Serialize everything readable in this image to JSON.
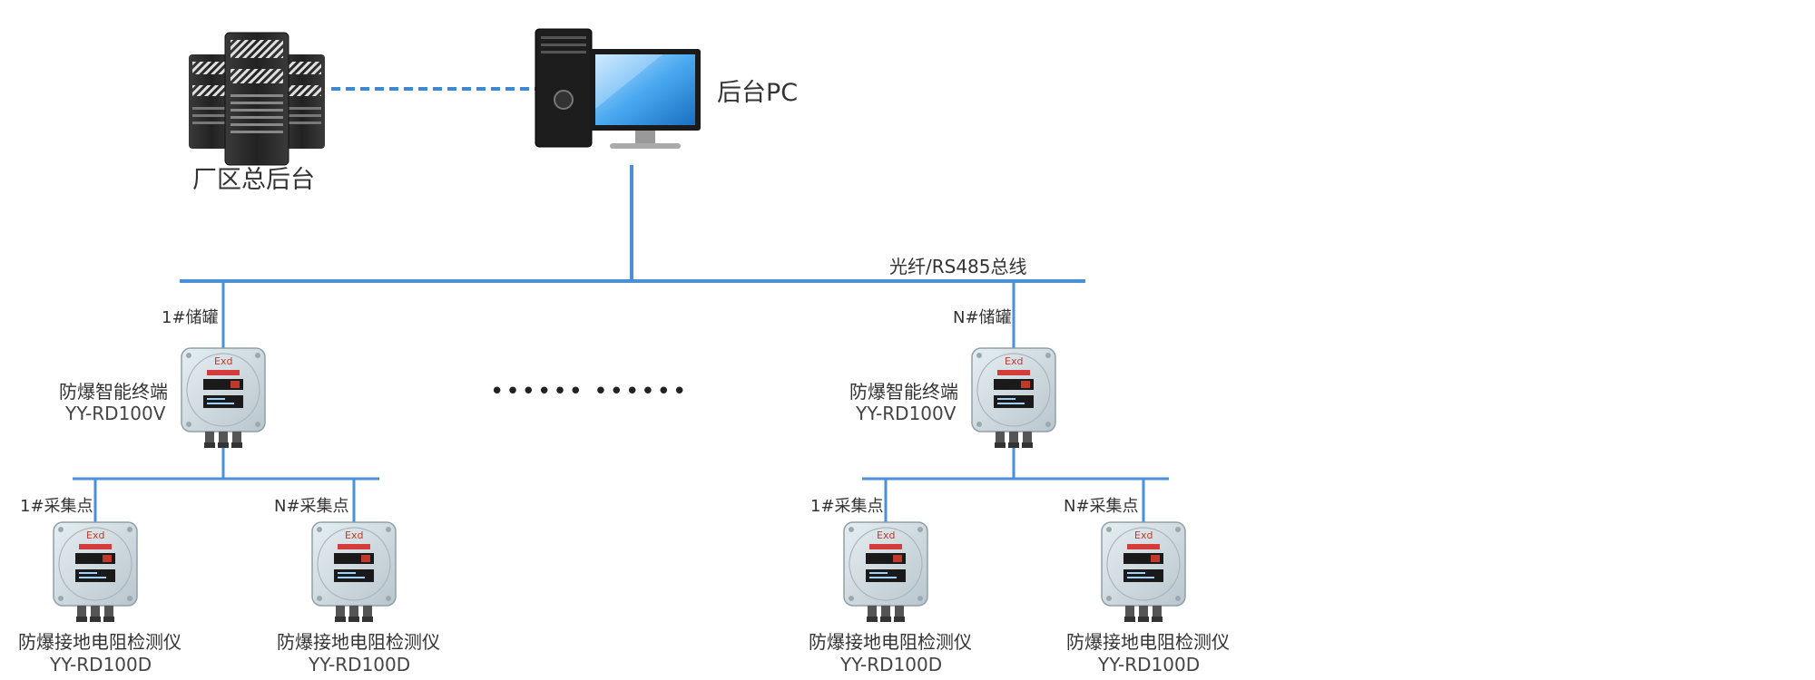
{
  "nodes": {
    "server": {
      "label": "厂区总后台"
    },
    "pc": {
      "label": "后台PC"
    },
    "bus": {
      "label": "光纤/RS485总线"
    },
    "ellipsis": {
      "label": "•••••• ••••••"
    }
  },
  "terminals": [
    {
      "tank_label": "1#储罐",
      "name": "防爆智能终端",
      "model": "YY-RD100V",
      "badge": "Exd"
    },
    {
      "tank_label": "N#储罐",
      "name": "防爆智能终端",
      "model": "YY-RD100V",
      "badge": "Exd"
    }
  ],
  "detectors": [
    {
      "point_label": "1#采集点",
      "name": "防爆接地电阻检测仪",
      "model": "YY-RD100D",
      "badge": "Exd"
    },
    {
      "point_label": "N#采集点",
      "name": "防爆接地电阻检测仪",
      "model": "YY-RD100D",
      "badge": "Exd"
    },
    {
      "point_label": "1#采集点",
      "name": "防爆接地电阻检测仪",
      "model": "YY-RD100D",
      "badge": "Exd"
    },
    {
      "point_label": "N#采集点",
      "name": "防爆接地电阻检测仪",
      "model": "YY-RD100D",
      "badge": "Exd"
    }
  ],
  "colors": {
    "line": "#4a90d9",
    "dashed": "#3d87d6",
    "enclosure": "#cfd8dd",
    "display": "#1a1a1a",
    "badge_text": "#c0392b"
  }
}
